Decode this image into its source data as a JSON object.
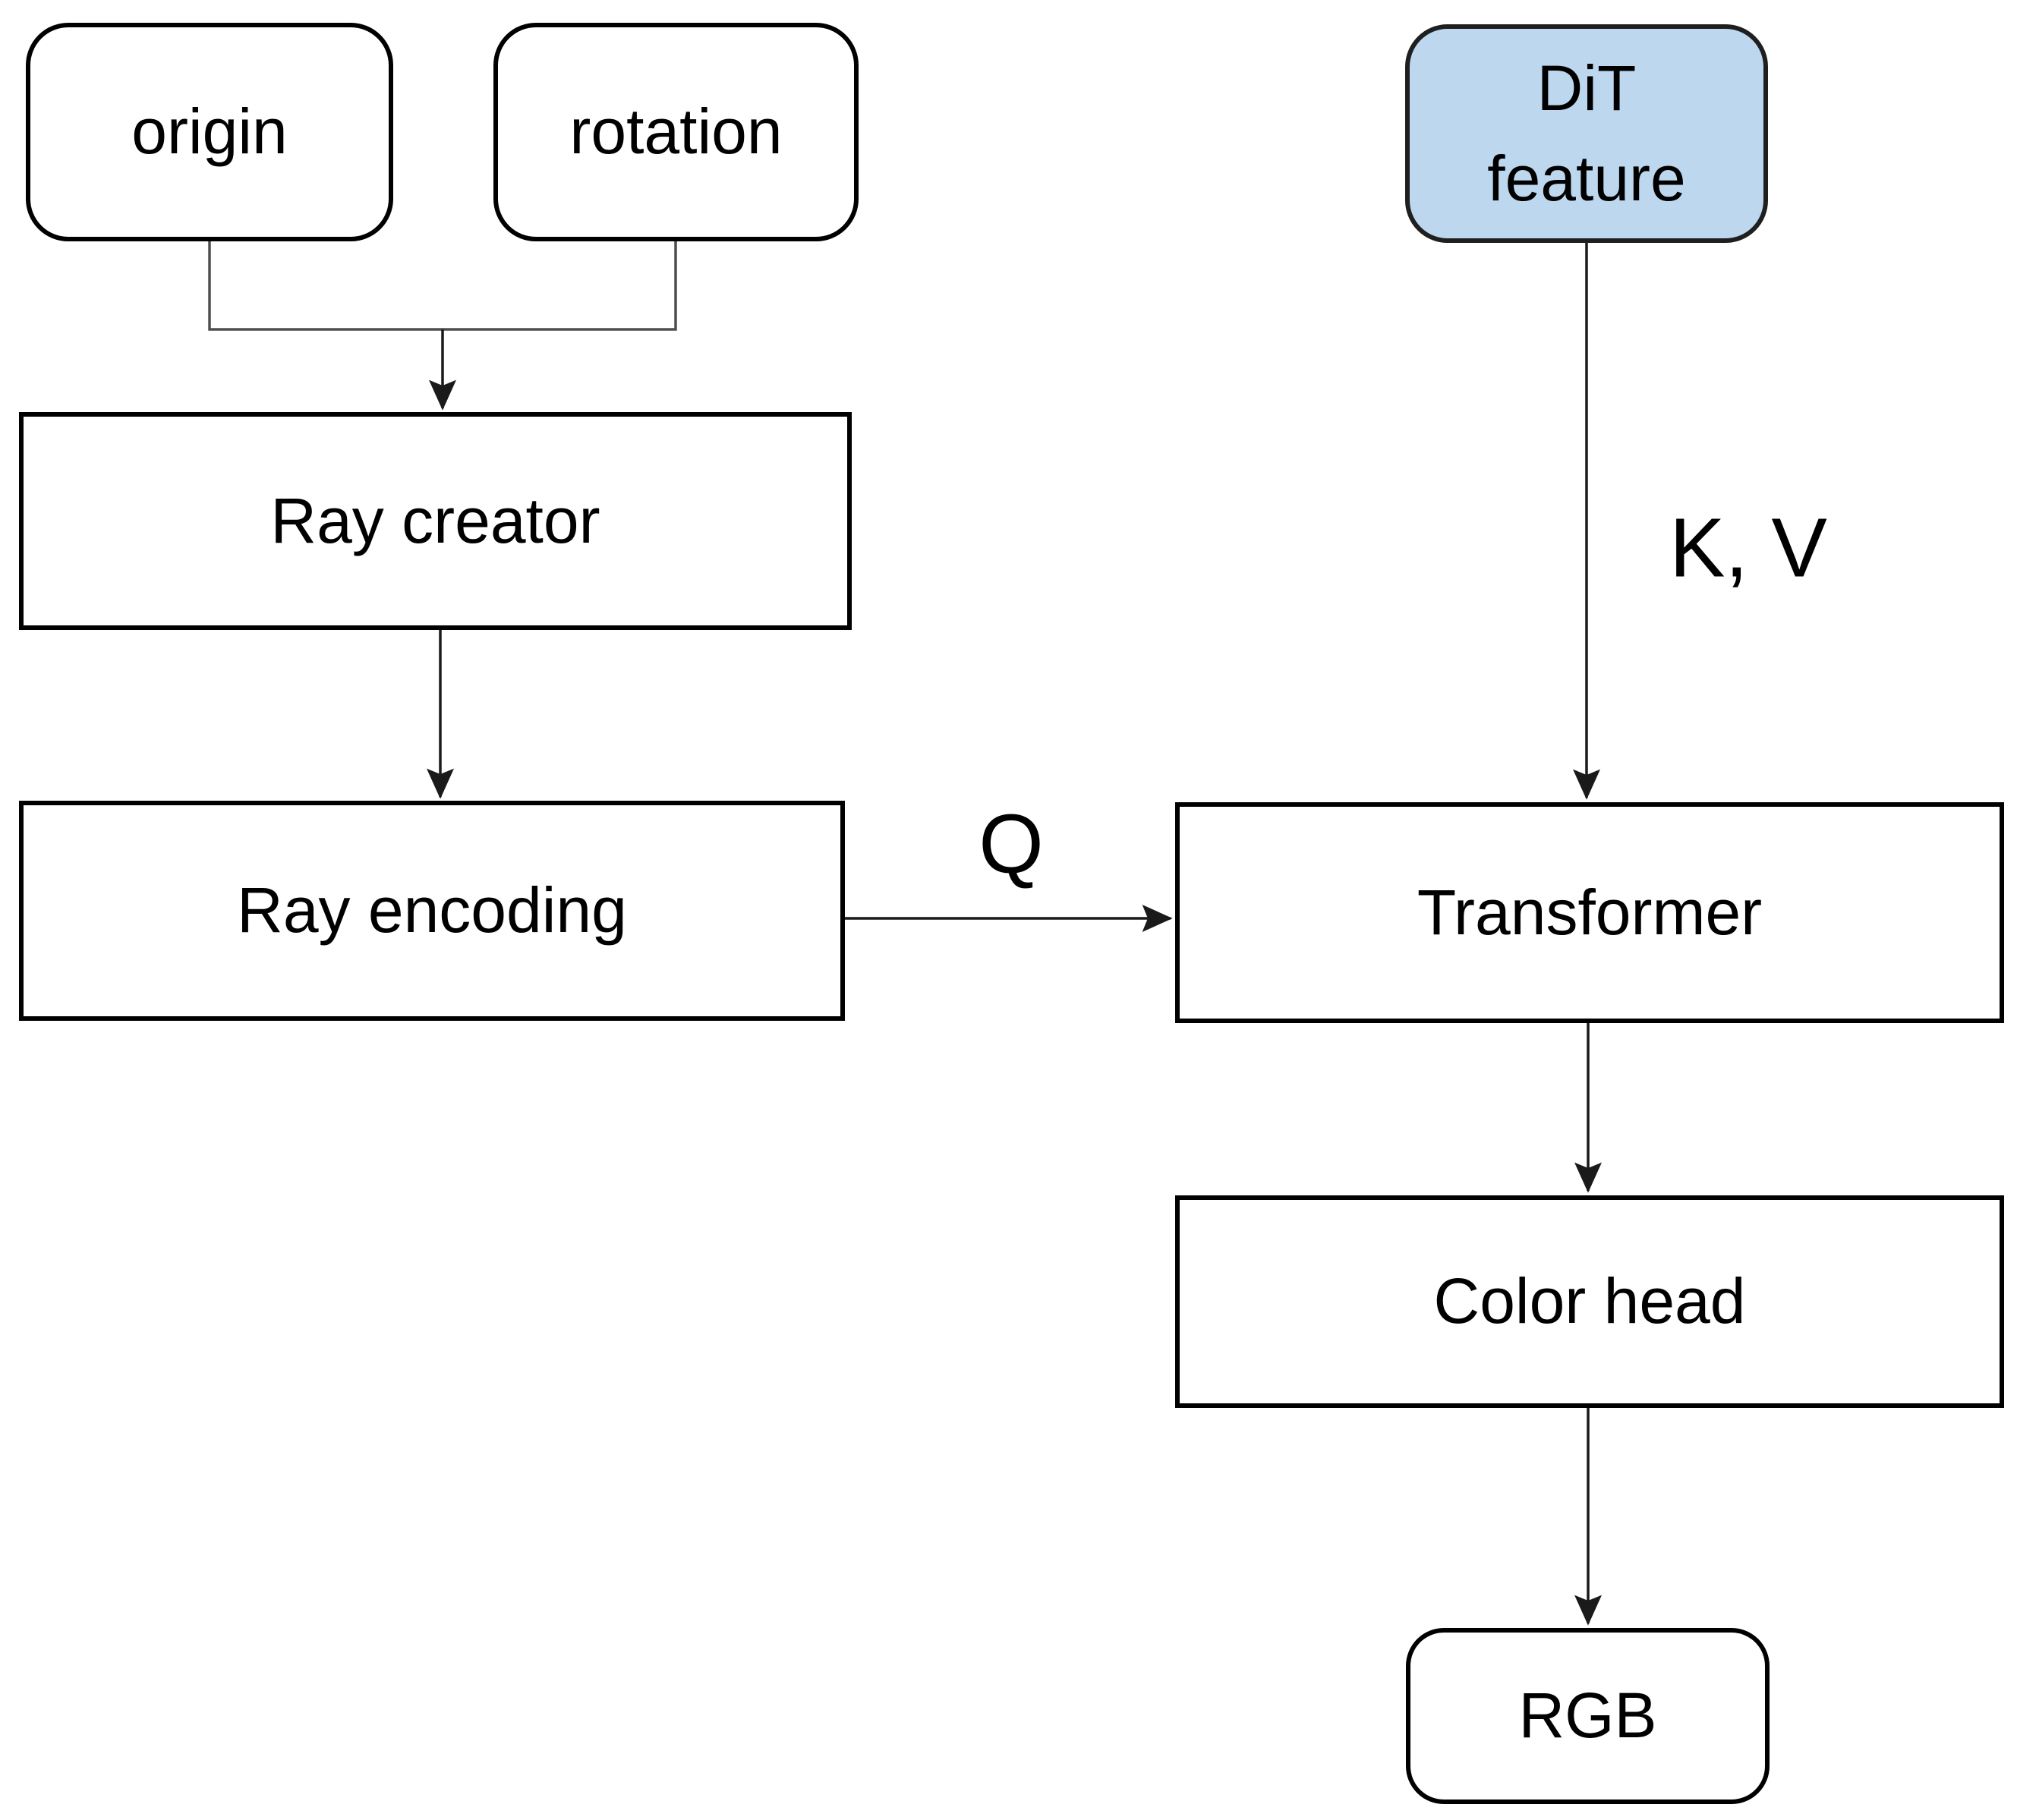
{
  "diagram": {
    "nodes": {
      "origin": {
        "label": "origin"
      },
      "rotation": {
        "label": "rotation"
      },
      "dit_feature": {
        "label": "DiT\nfeature"
      },
      "ray_creator": {
        "label": "Ray creator"
      },
      "ray_encoding": {
        "label": "Ray encoding"
      },
      "transformer": {
        "label": "Transformer"
      },
      "color_head": {
        "label": "Color head"
      },
      "rgb": {
        "label": "RGB"
      }
    },
    "edge_labels": {
      "query": "Q",
      "key_value": "K, V"
    },
    "colors": {
      "box_fill": "#ffffff",
      "box_border": "#000000",
      "dit_feature_fill": "#bdd7ee",
      "merge_connector": "#4f4f4f",
      "arrow": "#1a1a1a",
      "text": "#000000"
    }
  }
}
